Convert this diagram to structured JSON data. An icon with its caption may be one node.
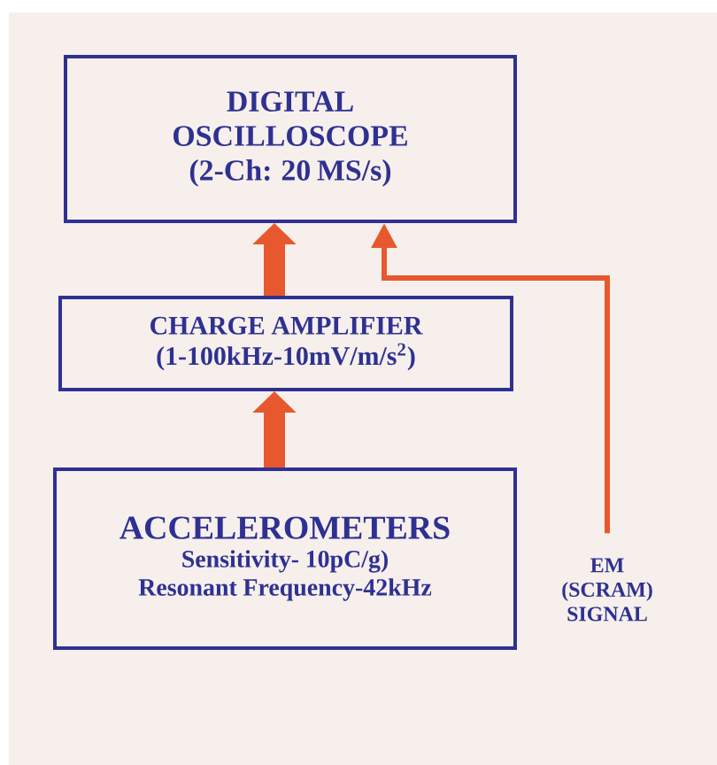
{
  "diagram": {
    "nodes": [
      {
        "text": [
          "DIGITAL OSCILLOSCOPE",
          "(2-Ch: 20 MS/s)"
        ]
      },
      {
        "text": [
          "CHARGE AMPLIFIER",
          "(1-100kHz-10mV/m/s$^{2}$)"
        ]
      },
      {
        "text": [
          "ACCELEROMETERS",
          "Sensitivity- 10pC/g)",
          "Resonant Frequency-42kHz"
        ]
      },
      {
        "text": [
          "EM (SCRAM) SIGNAL"
        ]
      }
    ],
    "edges": [
      {
        "from": 1,
        "to": 0,
        "arrow": "to"
      },
      {
        "from": 2,
        "to": 1,
        "arrow": "to"
      },
      {
        "from": 3,
        "to": 0,
        "arrow": "to"
      }
    ]
  }
}
